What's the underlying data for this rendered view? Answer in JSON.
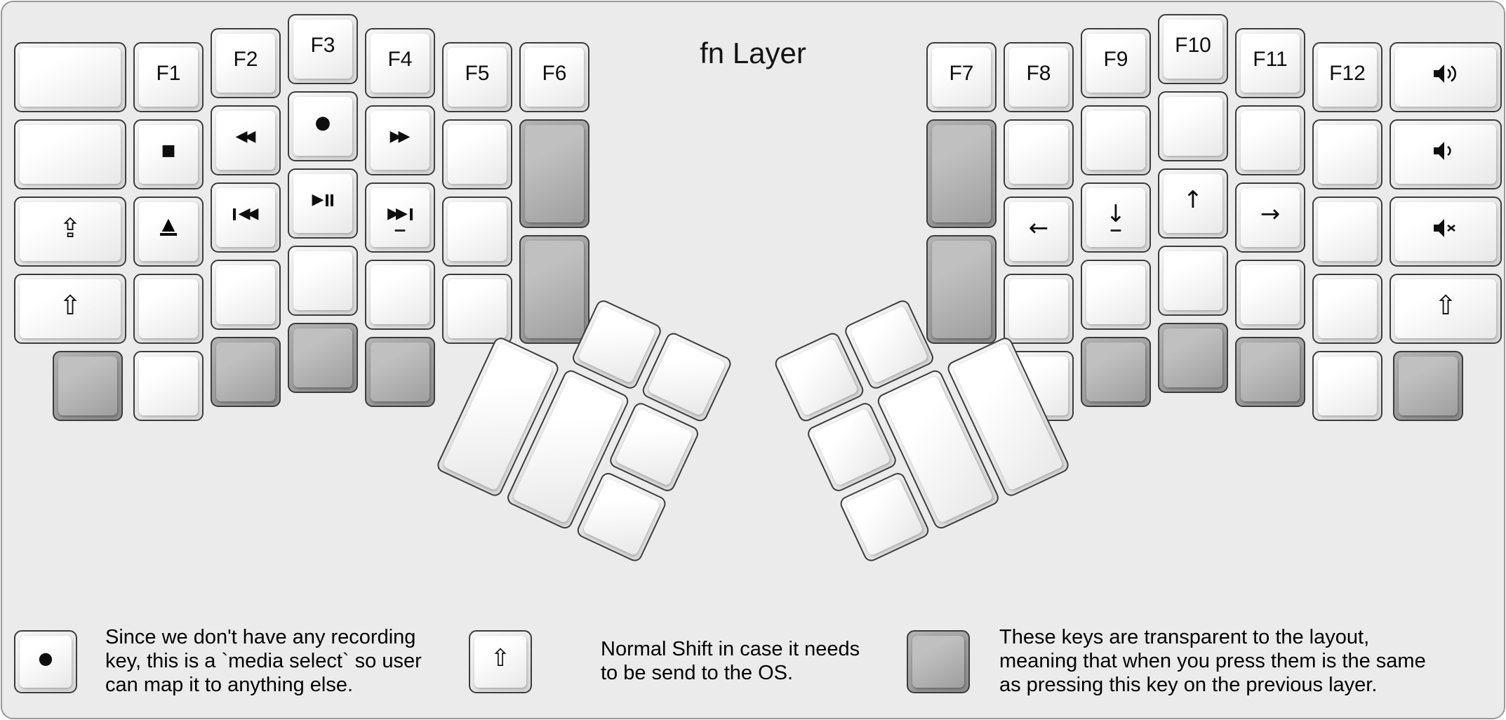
{
  "title": "fn Layer",
  "colors": {
    "panel_background": "#ebebeb",
    "panel_border": "#999999",
    "key_face": "#ffffff",
    "key_transparent": "#a5a5a5",
    "key_border": "#3c3c3c"
  },
  "labels": {
    "f1": "F1",
    "f2": "F2",
    "f3": "F3",
    "f4": "F4",
    "f5": "F5",
    "f6": "F6",
    "f7": "F7",
    "f8": "F8",
    "f9": "F9",
    "f10": "F10",
    "f11": "F11",
    "f12": "F12"
  },
  "glyphs": {
    "caps_lock": "⇪",
    "shift": "⇧",
    "stop": "■",
    "record": "●",
    "rewind": "◀◀",
    "fast_forward": "▶▶",
    "prev_triangles": "◀◀",
    "play": "▶",
    "next_triangles": "▶▶",
    "eject": "▲",
    "arrow_left": "←",
    "arrow_down": "↓",
    "arrow_up": "↑",
    "arrow_right": "→"
  },
  "icons": {
    "volume_up": "speaker-two-waves-icon",
    "volume_down": "speaker-one-wave-icon",
    "mute": "speaker-muted-icon"
  },
  "legend": {
    "items": [
      {
        "key": "record",
        "lines": [
          "Since we don't have any recording",
          "key, this is a `media select` so user",
          "can map it to anything else."
        ]
      },
      {
        "key": "shift",
        "lines": [
          "Normal Shift in case it needs",
          "to be send to the OS."
        ]
      },
      {
        "key": "transparent",
        "lines": [
          "These keys are transparent to the layout,",
          "meaning that when you press them is the same",
          "as pressing this key on the previous layer."
        ]
      }
    ]
  }
}
